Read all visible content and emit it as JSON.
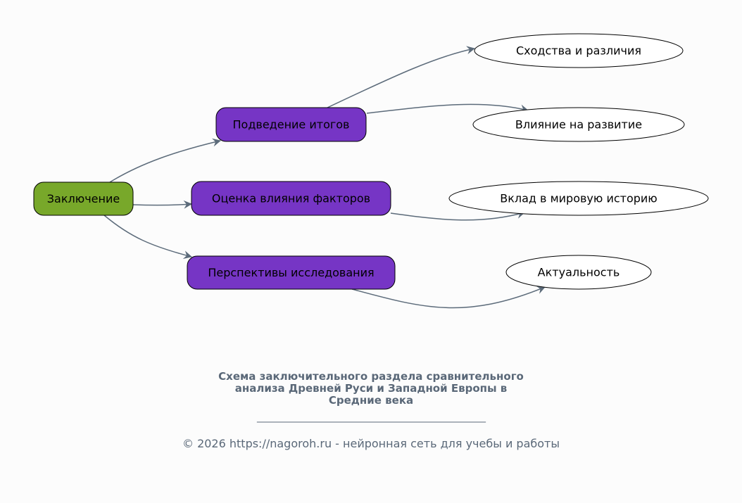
{
  "colors": {
    "root": "#78a82a",
    "branch": "#7635c5",
    "leaf": "#ffffff",
    "edge": "#5c6b7a",
    "caption": "#5a6878"
  },
  "nodes": {
    "root": "Заключение",
    "branches": [
      "Подведение итогов",
      "Оценка влияния факторов",
      "Перспективы исследования"
    ],
    "leaves": [
      "Сходства и различия",
      "Влияние на развитие",
      "Вклад в мировую историю",
      "Актуальность"
    ]
  },
  "caption": {
    "title_lines": [
      "Схема заключительного раздела сравнительного",
      "анализа Древней Руси и Западной Европы в",
      "Средние века"
    ],
    "rule": "______________________________________________________",
    "copyright": "© 2026 https://nagoroh.ru - нейронная сеть для учебы и работы"
  }
}
